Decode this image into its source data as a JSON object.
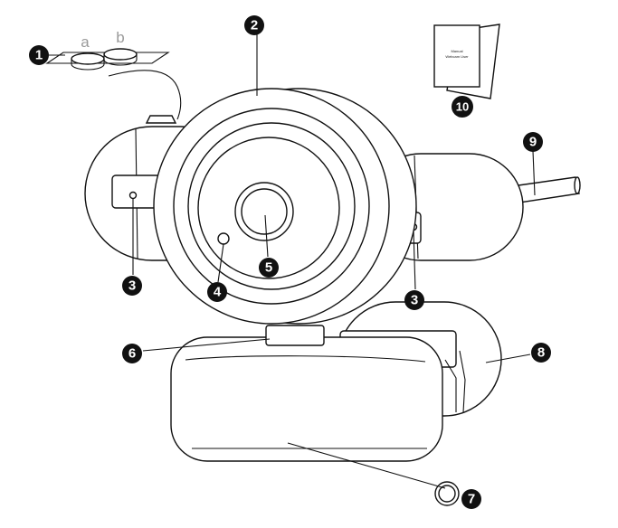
{
  "callouts": [
    {
      "id": "1",
      "text": "1"
    },
    {
      "id": "2",
      "text": "2"
    },
    {
      "id": "3a",
      "text": "3"
    },
    {
      "id": "3b",
      "text": "3"
    },
    {
      "id": "4",
      "text": "4"
    },
    {
      "id": "5",
      "text": "5"
    },
    {
      "id": "6",
      "text": "6"
    },
    {
      "id": "7",
      "text": "7"
    },
    {
      "id": "8",
      "text": "8"
    },
    {
      "id": "9",
      "text": "9"
    },
    {
      "id": "10",
      "text": "10"
    }
  ],
  "sub_labels": {
    "a": "a",
    "b": "b"
  },
  "manual": {
    "line1": "Manual",
    "line2": "Webcam User"
  },
  "colors": {
    "ink": "#111111",
    "paper": "#ffffff",
    "sub_label_gray": "#9a9a9a"
  }
}
